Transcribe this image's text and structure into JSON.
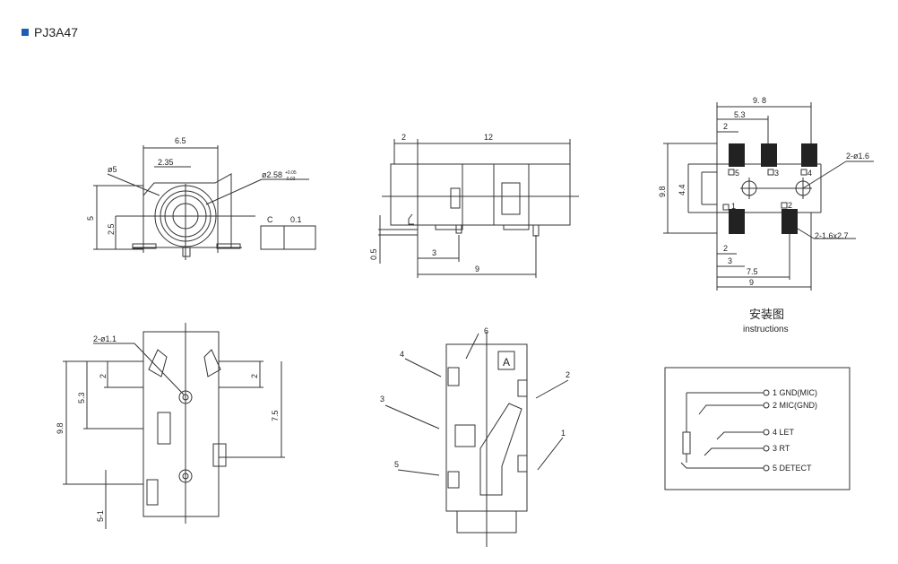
{
  "header": {
    "title": "PJ3A47"
  },
  "front_view": {
    "d_outer": "ø5",
    "d_inner": "ø2.58",
    "tol_upper": "+0.05",
    "tol_lower": "-0.03",
    "width": "6.5",
    "half": "2.35",
    "height": "5",
    "mid": "2.5",
    "c_label": "C",
    "c_val": "0.1"
  },
  "side_view": {
    "front": "2",
    "len": "12",
    "h": "0.5",
    "p1": "3",
    "p2": "9"
  },
  "footprint": {
    "w": "9. 8",
    "w2": "5.3",
    "h": "9.8",
    "h2": "4.4",
    "hole": "2-ø1.6",
    "pad_size": "2-1.6x2.7",
    "d2a": "2",
    "d2b": "2",
    "d3": "3",
    "d75": "7.5",
    "d9": "9",
    "pins": [
      "5",
      "3",
      "4",
      "1",
      "2"
    ],
    "caption_cn": "安装图",
    "caption_en": "instructions"
  },
  "bottom_view": {
    "holes": "2-ø1.1",
    "h": "9.8",
    "y53": "5.3",
    "y2a": "2",
    "y2b": "2",
    "y75": "7.5",
    "tol": "5-1"
  },
  "top_view": {
    "label_a": "A",
    "pins": [
      "6",
      "4",
      "3",
      "5",
      "2",
      "1"
    ]
  },
  "legend": {
    "items": [
      "1 GND(MIC)",
      "2 MIC(GND)",
      "4 LET",
      "3 RT",
      "5 DETECT"
    ]
  }
}
